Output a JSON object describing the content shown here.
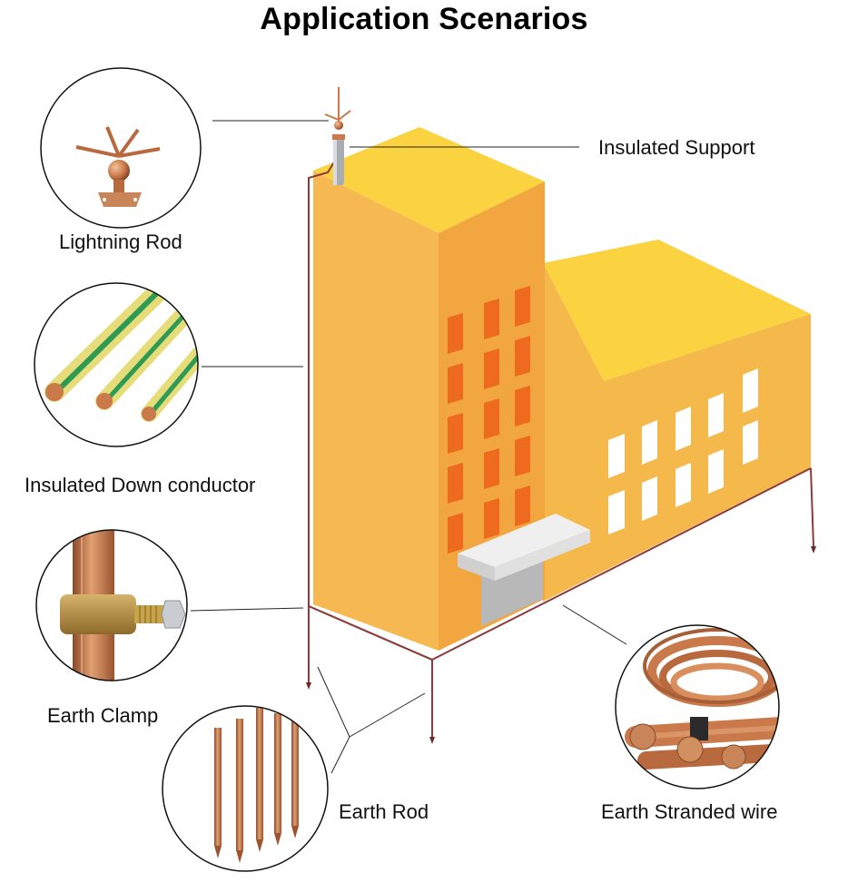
{
  "title": "Application Scenarios",
  "components": [
    {
      "key": "lightning_rod",
      "label": "Lightning Rod",
      "icon": "lightning-rod-icon"
    },
    {
      "key": "insulated_support",
      "label": "Insulated Support",
      "icon": "insulated-support-icon"
    },
    {
      "key": "insulated_down_conductor",
      "label": "Insulated Down conductor",
      "icon": "insulated-cable-icon"
    },
    {
      "key": "earth_clamp",
      "label": "Earth Clamp",
      "icon": "earth-clamp-icon"
    },
    {
      "key": "earth_rod",
      "label": "Earth Rod",
      "icon": "earth-rod-icon"
    },
    {
      "key": "earth_stranded_wire",
      "label": "Earth Stranded wire",
      "icon": "copper-coil-icon"
    }
  ],
  "colors": {
    "building_front": "#f5b84b",
    "building_top": "#fbd23f",
    "building_side": "#f1a63f",
    "window_orange": "#ee6a1e",
    "window_white": "#ffffff",
    "copper": "#c9794a",
    "copper_dark": "#8a4a2a",
    "wire": "#8c3b3b",
    "cable_yellow": "#e6dc7a",
    "cable_green": "#2f9a53"
  }
}
